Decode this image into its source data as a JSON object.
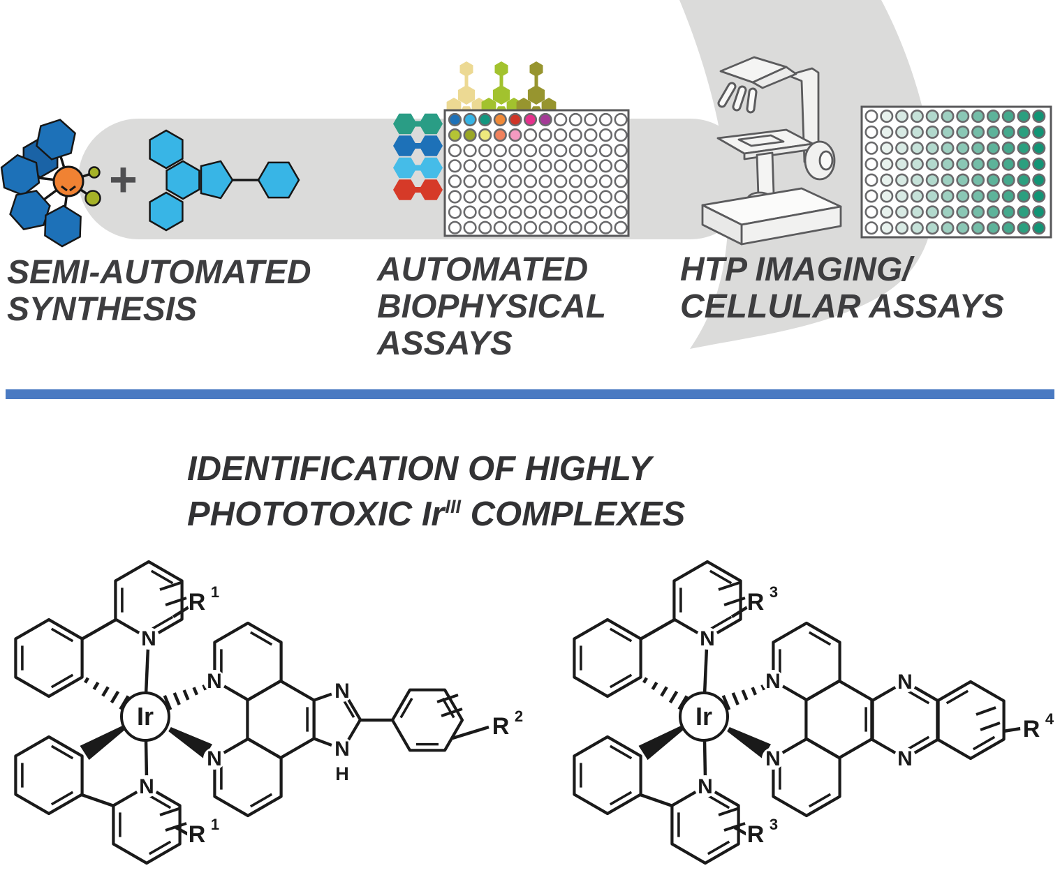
{
  "workflow": {
    "plus": "+",
    "steps": [
      {
        "lines": [
          "SEMI-AUTOMATED",
          "SYNTHESIS"
        ]
      },
      {
        "lines": [
          "AUTOMATED",
          "BIOPHYSICAL",
          "ASSAYS"
        ]
      },
      {
        "lines": [
          "HTP IMAGING/",
          "CELLULAR ASSAYS"
        ]
      }
    ]
  },
  "icons": {
    "synthesis_complex": {
      "hex_color": "#1d71b8",
      "hex_back_color": "#1a63a6",
      "core_color": "#f08233",
      "dot_color": "#a5b227",
      "outline": "#161616"
    },
    "ligand_molecule": {
      "color": "#38b5e6",
      "outline": "#161616"
    },
    "reagent_pairs": [
      "#2a9d85",
      "#1d71b8",
      "#45bce8",
      "#d63a28"
    ],
    "tripod_molecules": [
      "#ecd993",
      "#a2c22e",
      "#97952f"
    ]
  },
  "plate1": {
    "rows": 8,
    "cols": 12,
    "well_ring": "#6a6a6c",
    "empty_fill": "#ffffff",
    "border": "#58585a",
    "filled_rows": [
      [
        "#1d71b8",
        "#36b4e5",
        "#13967f",
        "#f18a38",
        "#cf3527",
        "#e5318c",
        "#a43a96"
      ],
      [
        "#b5c434",
        "#9aa727",
        "#ede87d",
        "#f0825e",
        "#f49ac1"
      ]
    ]
  },
  "plate2": {
    "rows": 8,
    "cols": 12,
    "well_ring": "#6a6a6c",
    "border": "#58585a",
    "column_colors": [
      "#ffffff",
      "#e8f2ee",
      "#d8eae4",
      "#c6e2d9",
      "#b2d9cd",
      "#9ed0c1",
      "#8ac7b5",
      "#74bda8",
      "#5db39a",
      "#45a98d",
      "#2c9f7f",
      "#129475"
    ]
  },
  "divider": {
    "color": "#4a7ac2"
  },
  "headline": {
    "line1": "IDENTIFICATION OF HIGHLY",
    "line2_pre": "PHOTOTOXIC ",
    "metal": "Ir",
    "oxidation": "III",
    "line2_post": " COMPLEXES"
  },
  "structures": {
    "metal": "Ir",
    "nitrogen": "N",
    "hydrogen": "H",
    "left": {
      "r_top": {
        "base": "R",
        "sup": "1"
      },
      "r_bottom": {
        "base": "R",
        "sup": "1"
      },
      "r_right": {
        "base": "R",
        "sup": "2"
      }
    },
    "right": {
      "r_top": {
        "base": "R",
        "sup": "3"
      },
      "r_bottom": {
        "base": "R",
        "sup": "3"
      },
      "r_right": {
        "base": "R",
        "sup": "4"
      }
    }
  },
  "colors": {
    "band": "#dbdbda",
    "line_art": "#1a1a1a",
    "microscope_stroke": "#5b5b5d"
  }
}
